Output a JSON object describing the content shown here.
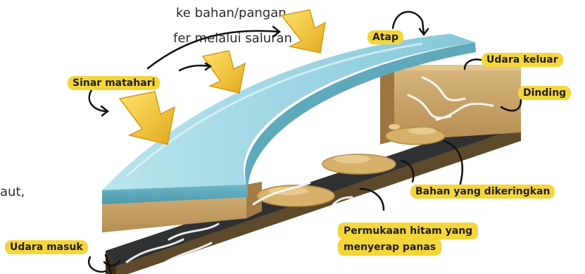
{
  "background_text": {
    "line1": "ke bahan/pangan,",
    "line2": "fer melalui saluran",
    "line3": "aut,"
  },
  "labels": {
    "atap": "Atap",
    "udara_keluar": "Udara keluar",
    "sinar_matahari": "Sinar matahari",
    "dinding": "Dinding",
    "bahan": "Bahan yang dikeringkan",
    "permukaan_line1": "Permukaan hitam yang",
    "permukaan_line2": "menyerap panas",
    "udara_masuk": "Udara masuk"
  },
  "colors": {
    "label_bg": "#f5d63a",
    "roof": "#a9dce6",
    "wall": "#c9a46a",
    "floor": "#2f3133",
    "sun_arrow": "#f0c63a"
  }
}
